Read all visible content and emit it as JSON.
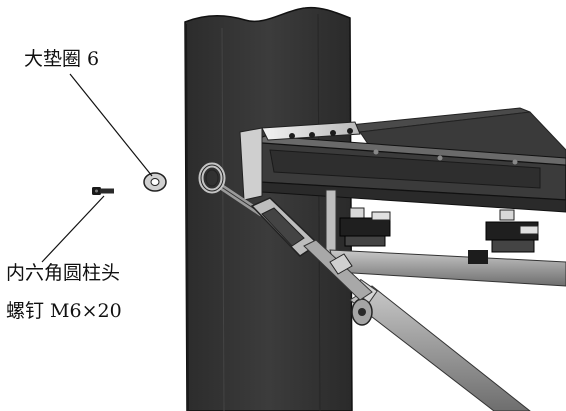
{
  "labels": {
    "washer": "大垫圈 6",
    "screw_line1": "内六角圆柱头",
    "screw_line2": "螺钉 M6×20"
  },
  "colors": {
    "steel_dark": "#2f2f2f",
    "steel_mid": "#555555",
    "steel_light": "#8a8a8a",
    "plate_light": "#d9d9d9",
    "rod_gray": "#9b9b9b",
    "background": "#ffffff"
  }
}
